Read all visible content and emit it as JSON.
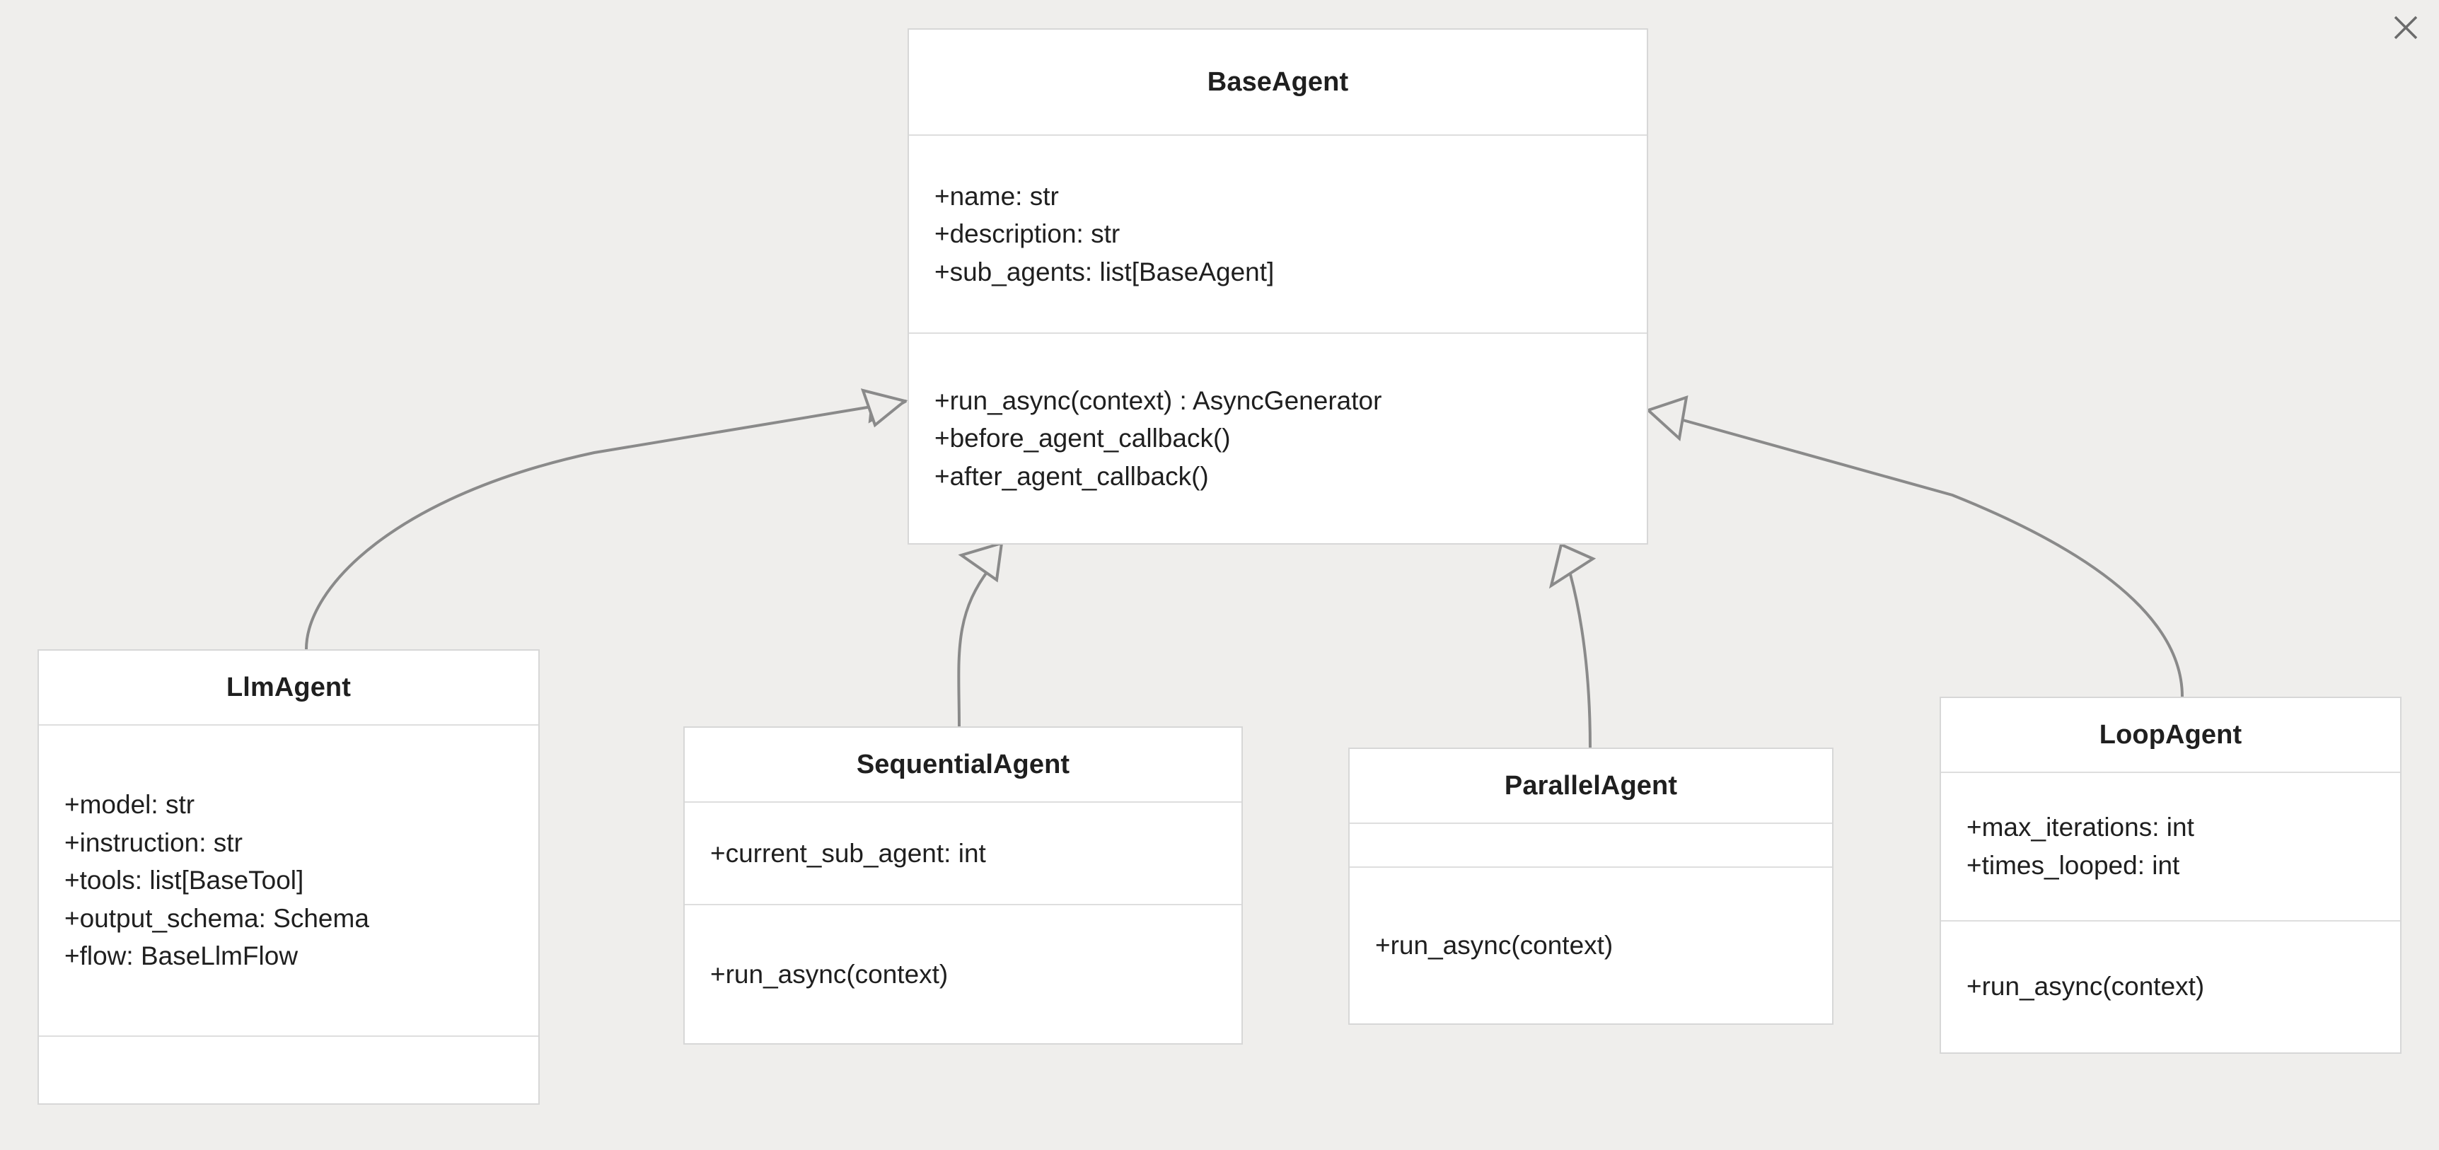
{
  "window": {
    "close_icon": "close-icon"
  },
  "diagram": {
    "type": "uml-class-diagram",
    "background_color": "#efeeec",
    "box_fill": "#ffffff",
    "box_border_color": "#d7d7d7",
    "edge_color": "#8a8a8a",
    "relationship": "generalization",
    "classes": [
      {
        "id": "base-agent",
        "name": "BaseAgent",
        "attributes": [
          "+name: str",
          "+description: str",
          "+sub_agents: list[BaseAgent]"
        ],
        "methods": [
          "+run_async(context) : AsyncGenerator",
          "+before_agent_callback()",
          "+after_agent_callback()"
        ]
      },
      {
        "id": "llm-agent",
        "name": "LlmAgent",
        "attributes": [
          "+model: str",
          "+instruction: str",
          "+tools: list[BaseTool]",
          "+output_schema: Schema",
          "+flow: BaseLlmFlow"
        ],
        "methods": []
      },
      {
        "id": "sequential-agent",
        "name": "SequentialAgent",
        "attributes": [
          "+current_sub_agent: int"
        ],
        "methods": [
          "+run_async(context)"
        ]
      },
      {
        "id": "parallel-agent",
        "name": "ParallelAgent",
        "attributes": [],
        "methods": [
          "+run_async(context)"
        ]
      },
      {
        "id": "loop-agent",
        "name": "LoopAgent",
        "attributes": [
          "+max_iterations: int",
          "+times_looped: int"
        ],
        "methods": [
          "+run_async(context)"
        ]
      }
    ],
    "edges": [
      {
        "from": "llm-agent",
        "to": "base-agent",
        "kind": "generalization",
        "arrow": "hollow-triangle"
      },
      {
        "from": "sequential-agent",
        "to": "base-agent",
        "kind": "generalization",
        "arrow": "hollow-triangle"
      },
      {
        "from": "parallel-agent",
        "to": "base-agent",
        "kind": "generalization",
        "arrow": "hollow-triangle"
      },
      {
        "from": "loop-agent",
        "to": "base-agent",
        "kind": "generalization",
        "arrow": "hollow-triangle"
      }
    ]
  }
}
